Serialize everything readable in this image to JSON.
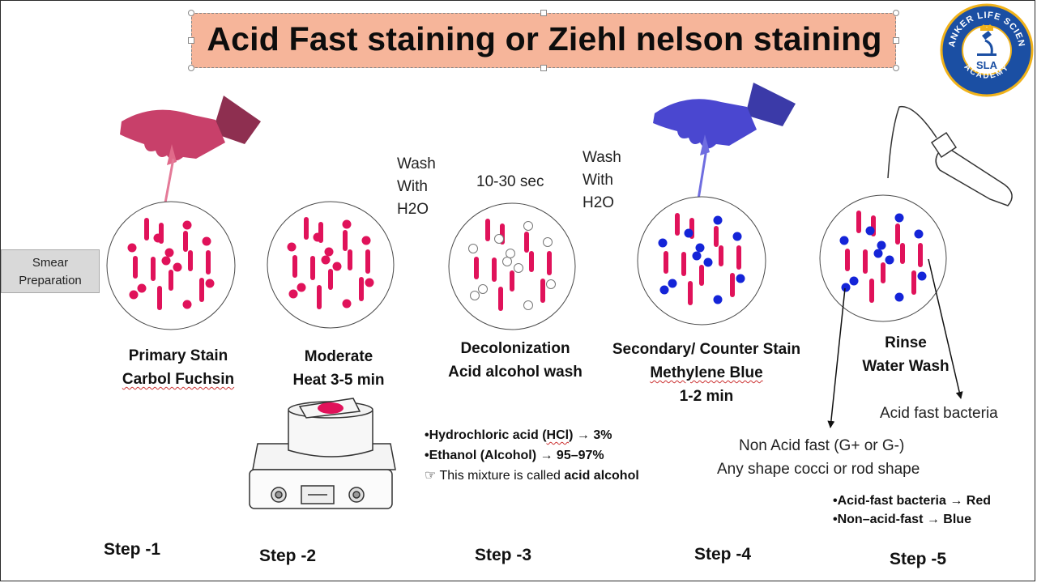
{
  "title": "Acid Fast staining or Ziehl nelson staining",
  "logo": {
    "top_text": "SHANKER LIFE SCIENCE",
    "bottom_text": "ACADEMY",
    "abbr": "SLA",
    "colors": {
      "ring": "#1b4fa3",
      "ring_border": "#f0b21a",
      "inner": "#ffffff"
    }
  },
  "smear_prep": {
    "line1": "Smear",
    "line2": "Preparation"
  },
  "steps": {
    "s1": {
      "label1": "Primary Stain",
      "label2": "Carbol Fuchsin",
      "step": "Step -1"
    },
    "s2": {
      "label1": "Moderate",
      "label2": "Heat 3-5 min",
      "step": "Step -2"
    },
    "s3": {
      "label1": "Decolonization",
      "label2": "Acid alcohol wash",
      "time": "10-30 sec",
      "step": "Step -3"
    },
    "s4": {
      "label1": "Secondary/ Counter Stain",
      "label2": "Methylene Blue",
      "label3": "1-2 min",
      "step": "Step -4"
    },
    "s5": {
      "label1": "Rinse",
      "label2": "Water Wash",
      "step": "Step -5"
    }
  },
  "wash1": {
    "l1": "Wash",
    "l2": "With",
    "l3": "H2O"
  },
  "wash2": {
    "l1": "Wash",
    "l2": "With",
    "l3": "H2O"
  },
  "acid_alcohol": {
    "line1_text": "•Hydrochloric acid (",
    "line1_hcl": "HCl",
    "line1_rest": ") → 3%",
    "line2": "•Ethanol (Alcohol) → 95–97%",
    "line3_icon": "pointing-hand-icon",
    "line3_text": "This mixture is called ",
    "line3_bold": "acid alcohol"
  },
  "result": {
    "acid_fast": "Acid fast bacteria",
    "non_acid_fast_1": "Non Acid fast (G+ or G-)",
    "non_acid_fast_2": "Any shape cocci or rod shape",
    "summary_red": "•Acid-fast bacteria → Red",
    "summary_blue": "•Non–acid-fast → Blue"
  },
  "colors": {
    "red_bacteria": "#e0125a",
    "blue_bacteria": "#1424d8",
    "glove_pink": "#c8406a",
    "glove_blue": "#4a47d0",
    "title_bg": "#f6b59a",
    "circle_border": "#4a4a4a"
  },
  "icons": [
    "gloved-hand-dropper-icon",
    "gloved-hand-dropper-icon",
    "hot-plate-icon",
    "wash-bottle-icon",
    "pointing-hand-icon"
  ]
}
